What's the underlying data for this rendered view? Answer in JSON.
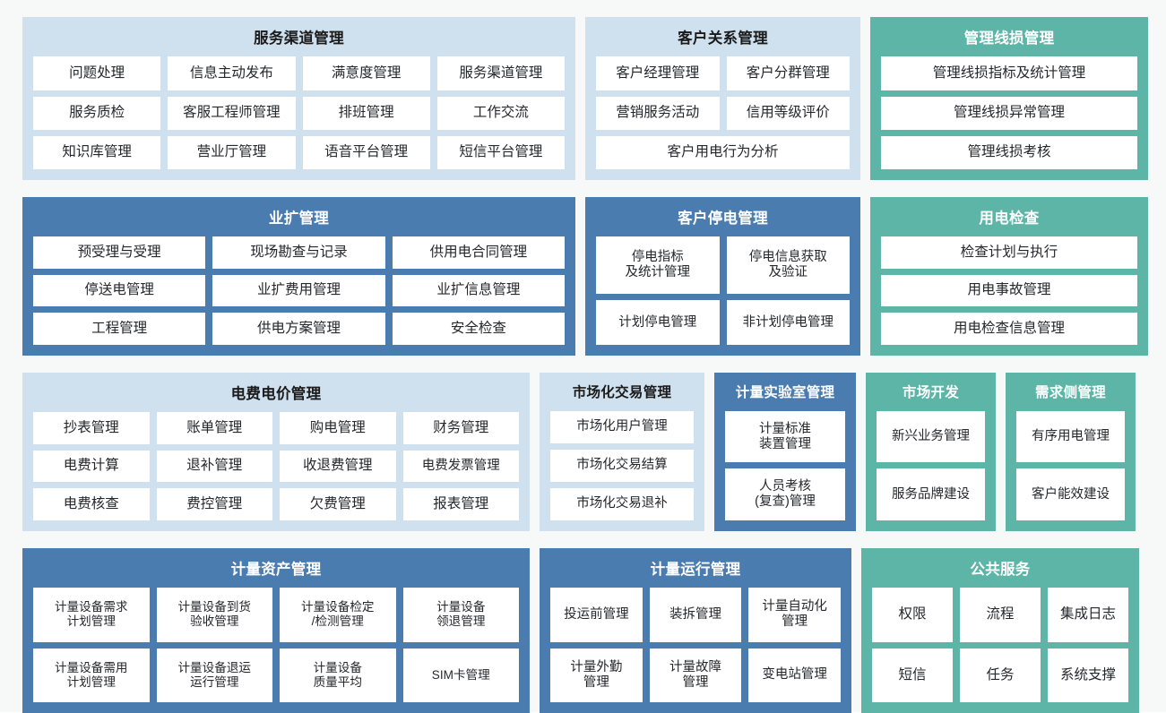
{
  "theme": {
    "page_background": "#f7f8f8",
    "light_blue": "#cfe0ee",
    "blue": "#4a7cb0",
    "green": "#5cb5a6",
    "tile_background": "#ffffff",
    "dark_text": "#26272b",
    "light_text": "#ffffff"
  },
  "rows": [
    {
      "panels": [
        {
          "title": "服务渠道管理",
          "theme": "light_blue",
          "tiles": [
            [
              "问题处理",
              "信息主动发布",
              "满意度管理",
              "服务渠道管理"
            ],
            [
              "服务质检",
              "客服工程师管理",
              "排班管理",
              "工作交流"
            ],
            [
              "知识库管理",
              "营业厅管理",
              "语音平台管理",
              "短信平台管理"
            ]
          ]
        },
        {
          "title": "客户关系管理",
          "theme": "light_blue",
          "tiles": [
            [
              "客户经理管理",
              "客户分群管理"
            ],
            [
              "营销服务活动",
              "信用等级评价"
            ],
            [
              "客户用电行为分析"
            ]
          ]
        },
        {
          "title": "管理线损管理",
          "theme": "green",
          "tiles": [
            [
              "管理线损指标及统计管理"
            ],
            [
              "管理线损异常管理"
            ],
            [
              "管理线损考核"
            ]
          ]
        }
      ]
    },
    {
      "panels": [
        {
          "title": "业扩管理",
          "theme": "blue",
          "tiles": [
            [
              "预受理与受理",
              "现场勘查与记录",
              "供用电合同管理"
            ],
            [
              "停送电管理",
              "业扩费用管理",
              "业扩信息管理"
            ],
            [
              "工程管理",
              "供电方案管理",
              "安全检查"
            ]
          ]
        },
        {
          "title": "客户停电管理",
          "theme": "blue",
          "tiles": [
            [
              "停电指标\n及统计管理",
              "停电信息获取\n及验证"
            ],
            [
              "计划停电管理",
              "非计划停电管理"
            ]
          ]
        },
        {
          "title": "用电检查",
          "theme": "green",
          "tiles": [
            [
              "检查计划与执行"
            ],
            [
              "用电事故管理"
            ],
            [
              "用电检查信息管理"
            ]
          ]
        }
      ]
    },
    {
      "panels": [
        {
          "title": "电费电价管理",
          "theme": "light_blue",
          "tiles": [
            [
              "抄表管理",
              "账单管理",
              "购电管理",
              "财务管理"
            ],
            [
              "电费计算",
              "退补管理",
              "收退费管理",
              "电费发票管理"
            ],
            [
              "电费核查",
              "费控管理",
              "欠费管理",
              "报表管理"
            ]
          ]
        },
        {
          "title": "市场化交易管理",
          "theme": "light_blue",
          "tiles": [
            [
              "市场化用户管理"
            ],
            [
              "市场化交易结算"
            ],
            [
              "市场化交易退补"
            ]
          ]
        },
        {
          "title": "计量实验室管理",
          "theme": "blue",
          "tiles": [
            [
              "计量标准\n装置管理"
            ],
            [
              "人员考核\n(复查)管理"
            ]
          ]
        },
        {
          "title": "市场开发",
          "theme": "green",
          "tiles": [
            [
              "新兴业务管理"
            ],
            [
              "服务品牌建设"
            ]
          ]
        },
        {
          "title": "需求侧管理",
          "theme": "green",
          "tiles": [
            [
              "有序用电管理"
            ],
            [
              "客户能效建设"
            ]
          ]
        }
      ]
    },
    {
      "panels": [
        {
          "title": "计量资产管理",
          "theme": "blue",
          "tiles": [
            [
              "计量设备需求\n计划管理",
              "计量设备到货\n验收管理",
              "计量设备检定\n/检测管理",
              "计量设备\n领退管理"
            ],
            [
              "计量设备需用\n计划管理",
              "计量设备退运\n运行管理",
              "计量设备\n质量平均",
              "SIM卡管理"
            ]
          ]
        },
        {
          "title": "计量运行管理",
          "theme": "blue",
          "tiles": [
            [
              "投运前管理",
              "装拆管理",
              "计量自动化\n管理"
            ],
            [
              "计量外勤\n管理",
              "计量故障\n管理",
              "变电站管理"
            ]
          ]
        },
        {
          "title": "公共服务",
          "theme": "green",
          "tiles": [
            [
              "权限",
              "流程",
              "集成日志"
            ],
            [
              "短信",
              "任务",
              "系统支撑"
            ]
          ]
        }
      ]
    }
  ]
}
